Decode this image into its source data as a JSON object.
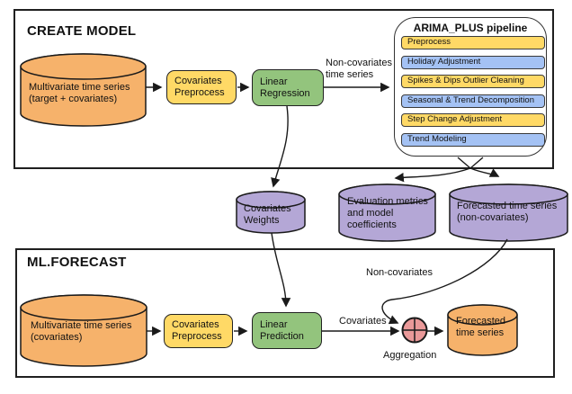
{
  "colors": {
    "cylinder_orange": "#F6B26B",
    "cylinder_purple": "#B4A7D6",
    "process_yellow": "#FFD966",
    "process_green": "#93C47D",
    "pill_blue": "#A4C2F4",
    "aggregation_red": "#EA9999",
    "stroke": "#1a1a1a"
  },
  "create_model": {
    "title": "CREATE MODEL",
    "source_cylinder": "Multivariate time series\n(target + covariates)",
    "covariates_preprocess": "Covariates\nPreprocess",
    "linear_regression": "Linear\nRegression",
    "noncovariates_arrow_label": "Non-covariates\ntime series",
    "pipeline": {
      "title": "ARIMA_PLUS pipeline",
      "steps": [
        {
          "label": "Preprocess",
          "color": "#FFD966"
        },
        {
          "label": "Holiday Adjustment",
          "color": "#A4C2F4"
        },
        {
          "label": "Spikes & Dips Outlier Cleaning",
          "color": "#FFD966"
        },
        {
          "label": "Seasonal & Trend Decomposition",
          "color": "#A4C2F4"
        },
        {
          "label": "Step Change Adjustment",
          "color": "#FFD966"
        },
        {
          "label": "Trend Modeling",
          "color": "#A4C2F4"
        }
      ]
    }
  },
  "intermediate": {
    "covariates_weights": "Covariates\nWeights",
    "evaluation_metrics": "Evaluation metrics\nand model\ncoefficients",
    "forecasted_noncovariates": "Forecasted time series\n(non-covariates)"
  },
  "ml_forecast": {
    "title": "ML.FORECAST",
    "source_cylinder": "Multivariate time series\n(covariates)",
    "covariates_preprocess": "Covariates\nPreprocess",
    "linear_prediction": "Linear\nPrediction",
    "covariates_label": "Covariates",
    "noncovariates_label": "Non-covariates",
    "aggregation_label": "Aggregation",
    "forecasted_cylinder": "Forecasted\ntime series"
  }
}
